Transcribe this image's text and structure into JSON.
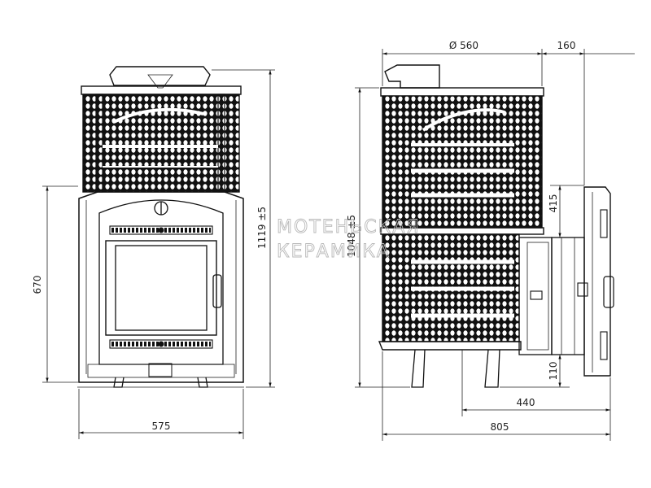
{
  "dimensions": {
    "front_width": "575",
    "front_door_height": "670",
    "front_total_height": "1119 ±5",
    "side_top_diameter": "Ø 560",
    "side_top_offset": "160",
    "side_total_height": "1048 ±5",
    "side_tunnel_height": "415",
    "side_tunnel_base": "110",
    "side_tunnel_length": "440",
    "side_total_length": "805"
  },
  "watermark": {
    "line1": "МОТЕНЬСКАЯ",
    "line2": "КЕРАМИКА"
  },
  "colors": {
    "line": "#111111",
    "background": "#ffffff"
  }
}
